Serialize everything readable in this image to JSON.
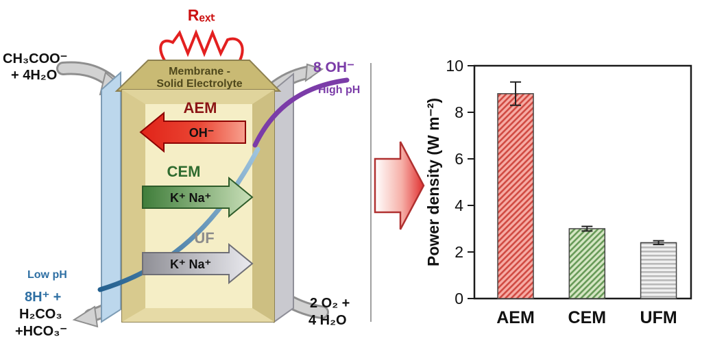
{
  "diagram": {
    "resistor_label": "Rₑₓₜ",
    "membrane_title_line1": "Membrane -",
    "membrane_title_line2": "Solid Electrolyte",
    "inlet_top_left_line1": "CH₃COO⁻",
    "inlet_top_left_line2": "+ 4H₂O",
    "outlet_top_right": "8 OH⁻",
    "high_ph_label": "High pH",
    "low_ph_label": "Low pH",
    "outlet_bottom_left_line1": "8H⁺ +",
    "outlet_bottom_left_line2": "H₂CO₃",
    "outlet_bottom_left_line3": "+HCO₃⁻",
    "inlet_bottom_right_line1": "2 O₂ +",
    "inlet_bottom_right_line2": "4 H₂O",
    "colors": {
      "aem_label": "#8b1515",
      "cem_label": "#2f6b2f",
      "uf_label": "#8c8c8c",
      "purple": "#7b3ca8",
      "blue": "#2e6fa3",
      "resistor_red": "#d91818"
    },
    "membranes": [
      {
        "name": "AEM",
        "ion": "OH⁻"
      },
      {
        "name": "CEM",
        "ion": "K⁺ Na⁺"
      },
      {
        "name": "UF",
        "ion": "K⁺ Na⁺"
      }
    ]
  },
  "chart_data": {
    "type": "bar",
    "categories": [
      "AEM",
      "CEM",
      "UFM"
    ],
    "values": [
      8.8,
      3.0,
      2.4
    ],
    "errors": [
      0.5,
      0.1,
      0.08
    ],
    "title": "",
    "xlabel": "",
    "ylabel": "Power density (W m⁻²)",
    "ylim": [
      0,
      10
    ],
    "yticks": [
      0,
      2,
      4,
      6,
      8,
      10
    ],
    "bar_colors": [
      "#f6aba4",
      "#d5e6c3",
      "#efefef"
    ],
    "hatch_colors": [
      "#d04a42",
      "#679a58",
      "#b9b9b9"
    ],
    "hatch": [
      "diagonal",
      "diagonal",
      "horizontal"
    ],
    "legend": "none",
    "grid": false
  }
}
